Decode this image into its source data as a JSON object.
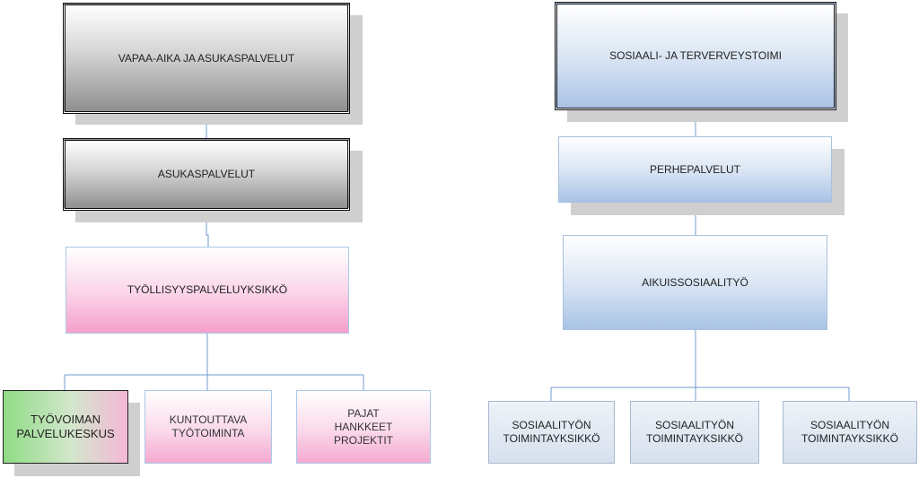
{
  "left_tree": {
    "root": "VAPAA-AIKA JA ASUKASPALVELUT",
    "level2": "ASUKASPALVELUT",
    "level3": "TYÖLLISYYSPALVELUYKSIKKÖ",
    "children": [
      "TYÖVOIMAN\nPALVELUKESKUS",
      "KUNTOUTTAVA\nTYÖTOIMINTA",
      "PAJAT\nHANKKEET\nPROJEKTIT"
    ]
  },
  "right_tree": {
    "root": "SOSIAALI- JA TERVERVEYSTOIMI",
    "level2": "PERHEPALVELUT",
    "level3": "AIKUISSOSIAALITYÖ",
    "children": [
      "SOSIAALITYÖN\nTOIMINTAYKSIKKÖ",
      "SOSIAALITYÖN\nTOIMINTAYKSIKKÖ",
      "SOSIAALITYÖN\nTOIMINTAYKSIKKÖ"
    ]
  },
  "colors": {
    "connector": "#6f9bd1",
    "shadow": "#cfcfcf"
  }
}
